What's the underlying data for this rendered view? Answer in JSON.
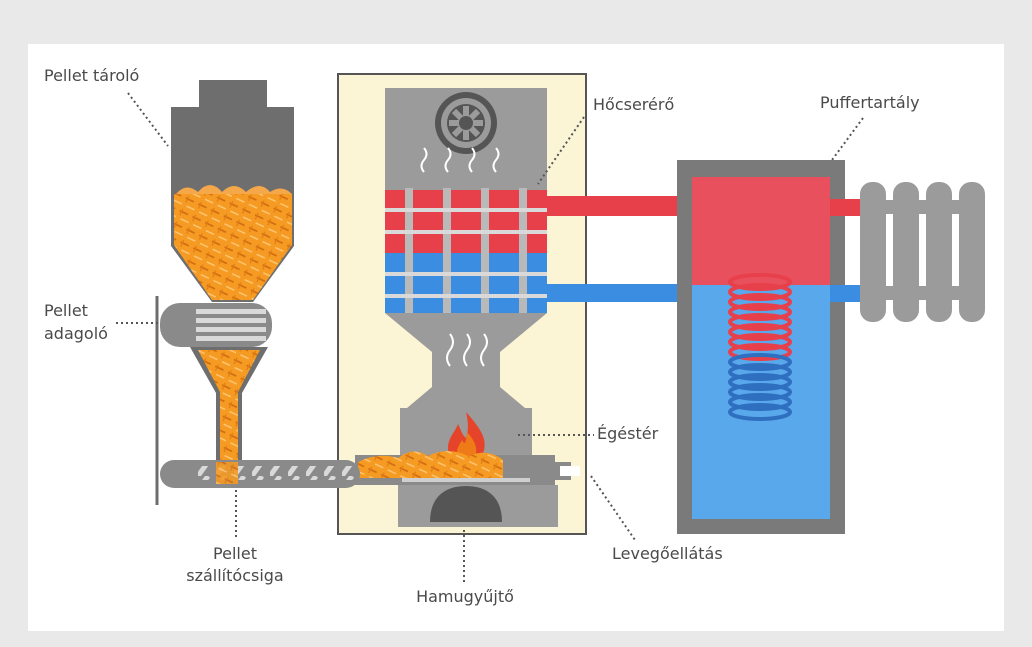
{
  "labels": {
    "pellet_storage": "Pellet tároló",
    "pellet_feeder_line1": "Pellet",
    "pellet_feeder_line2": "adagoló",
    "heat_exchanger": "Hőcserérő",
    "buffer_tank": "Puffertartály",
    "combustion_chamber": "Égéstér",
    "pellet_auger_line1": "Pellet",
    "pellet_auger_line2": "szállítócsiga",
    "air_supply": "Levegőellátás",
    "ash_collector": "Hamugyűjtő"
  },
  "colors": {
    "background": "#e9e9e9",
    "panel": "#ffffff",
    "boiler_housing": "#fbf5d6",
    "metal_gray": "#9b9b9b",
    "dark_gray": "#6e6e6e",
    "hot_red": "#e8404a",
    "tank_red": "#e9505e",
    "cold_blue": "#3a8de0",
    "tank_blue": "#5aa8ec",
    "pellet_orange": "#f59a22",
    "flame_orange": "#ef7b18",
    "flame_red": "#e6442a",
    "leader_line": "#555555"
  },
  "icons": [
    "fan-icon",
    "flame-icon",
    "radiator-icon",
    "coil-icon",
    "heat-waves-icon"
  ]
}
